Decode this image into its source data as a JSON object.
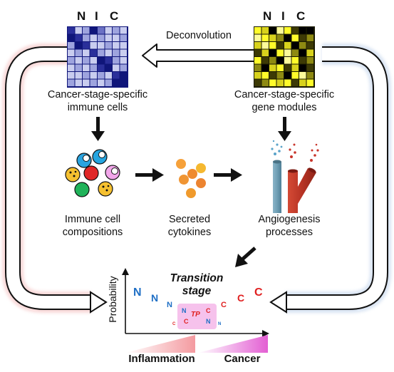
{
  "immune_heatmap": {
    "columns": [
      "N",
      "I",
      "C"
    ],
    "label_line1": "Cancer-stage-specific",
    "label_line2": "immune cells",
    "palette": [
      "#ffffff",
      "#c9cdef",
      "#9ea4de",
      "#6b71c4",
      "#2a2f9a",
      "#10167a"
    ]
  },
  "gene_heatmap": {
    "columns": [
      "N",
      "I",
      "C"
    ],
    "label_line1": "Cancer-stage-specific",
    "label_line2": "gene modules",
    "palette": [
      "#000000",
      "#3d3a05",
      "#8e8a12",
      "#d8d21c",
      "#fffb2a",
      "#fdfb9a"
    ]
  },
  "deconvolution_label": "Deconvolution",
  "immune_cells": {
    "line1": "Immune cell",
    "line2": "compositions",
    "icon": "immune-cell-cluster-icon"
  },
  "cytokines": {
    "line1": "Secreted",
    "line2": "cytokines",
    "icon": "cytokine-dots-icon"
  },
  "angiogenesis": {
    "line1": "Angiogenesis",
    "line2": "processes",
    "icon": "blood-vessel-icon"
  },
  "plot": {
    "ylabel": "Probability",
    "transition_line1": "Transition",
    "transition_line2": "stage",
    "tp_label": "TP",
    "n_letter": "N",
    "c_letter": "C",
    "colors": {
      "n": "#1f6fc5",
      "c": "#e02020",
      "tp_box": "#f6c2ec"
    }
  },
  "gradients": {
    "inflammation": "Inflammation",
    "cancer": "Cancer",
    "inflammation_color": "#f49aa0",
    "cancer_color": "#e35fd3"
  }
}
